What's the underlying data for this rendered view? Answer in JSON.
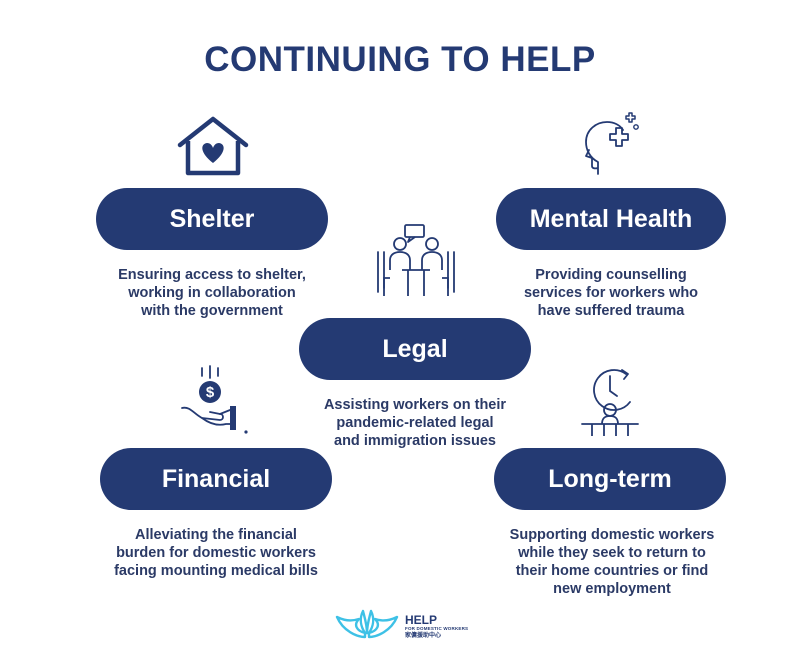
{
  "title": "CONTINUING TO HELP",
  "cards": {
    "shelter": {
      "label": "Shelter",
      "lines": [
        "Ensuring access to shelter,",
        "working in collaboration",
        "with the government"
      ],
      "icon": "house-heart-icon"
    },
    "mental_health": {
      "label": "Mental Health",
      "lines": [
        "Providing counselling",
        "services for workers who",
        "have suffered trauma"
      ],
      "icon": "head-medical-cross-icon"
    },
    "legal": {
      "label": "Legal",
      "lines": [
        "Assisting workers on their",
        "pandemic-related legal",
        "and immigration issues"
      ],
      "icon": "meeting-consultation-icon"
    },
    "financial": {
      "label": "Financial",
      "lines": [
        "Alleviating the financial",
        "burden for domestic workers",
        "facing mounting medical bills"
      ],
      "icon": "hand-dollar-coin-icon"
    },
    "long_term": {
      "label": "Long-term",
      "lines": [
        "Supporting domestic workers",
        "while they seek to return to",
        "their home countries or find",
        "new employment"
      ],
      "icon": "person-clock-icon"
    }
  },
  "logo": {
    "main": "HELP",
    "sub": "FOR DOMESTIC WORKERS",
    "cn": "家傭援助中心",
    "icon": "wings-logo-icon"
  },
  "colors": {
    "primary": "#243a73",
    "logo_accent": "#3ec1e6",
    "background": "#ffffff"
  }
}
